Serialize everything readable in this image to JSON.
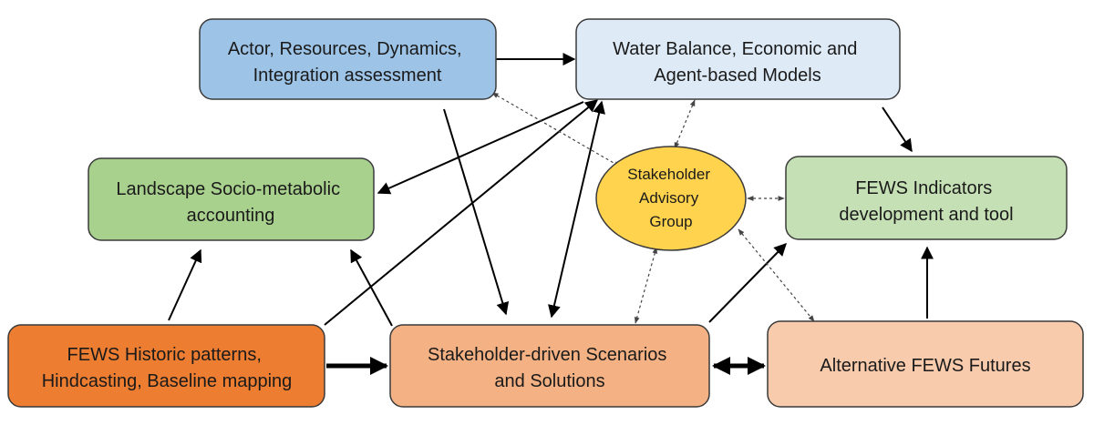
{
  "nodes": {
    "actor": {
      "lines": [
        "Actor, Resources, Dynamics,",
        "Integration assessment"
      ],
      "fill": "#9dc3e6"
    },
    "water": {
      "lines": [
        "Water Balance, Economic and",
        "Agent-based Models"
      ],
      "fill": "#deebf7"
    },
    "landscape": {
      "lines": [
        "Landscape Socio-metabolic",
        "accounting"
      ],
      "fill": "#a9d18e"
    },
    "advisory": {
      "lines": [
        "Stakeholder",
        "Advisory",
        "Group"
      ],
      "fill": "#ffd34d"
    },
    "indicators": {
      "lines": [
        "FEWS Indicators",
        "development and tool"
      ],
      "fill": "#c5e0b4"
    },
    "historic": {
      "lines": [
        "FEWS Historic patterns,",
        "Hindcasting, Baseline mapping"
      ],
      "fill": "#ed7d31"
    },
    "scenarios": {
      "lines": [
        "Stakeholder-driven Scenarios",
        "and Solutions"
      ],
      "fill": "#f4b183"
    },
    "futures": {
      "lines": [
        "Alternative FEWS Futures"
      ],
      "fill": "#f8cbad"
    }
  },
  "colors": {
    "stroke": "#3a3a3a",
    "arrow": "#000000",
    "dotted": "#555555"
  }
}
